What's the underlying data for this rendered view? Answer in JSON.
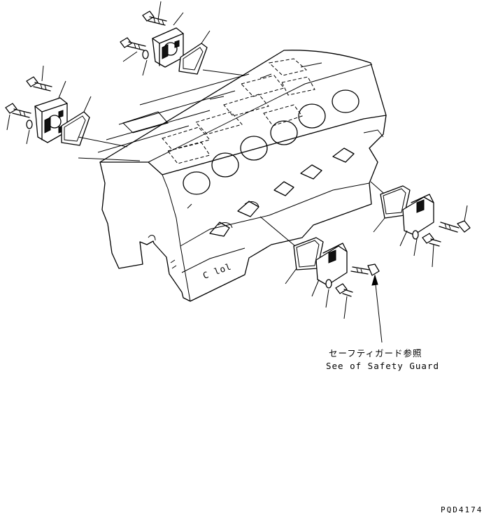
{
  "annotation": {
    "japanese": "セーフティガード参照",
    "english": "See of Safety Guard"
  },
  "drawing_code": "PQD4174"
}
